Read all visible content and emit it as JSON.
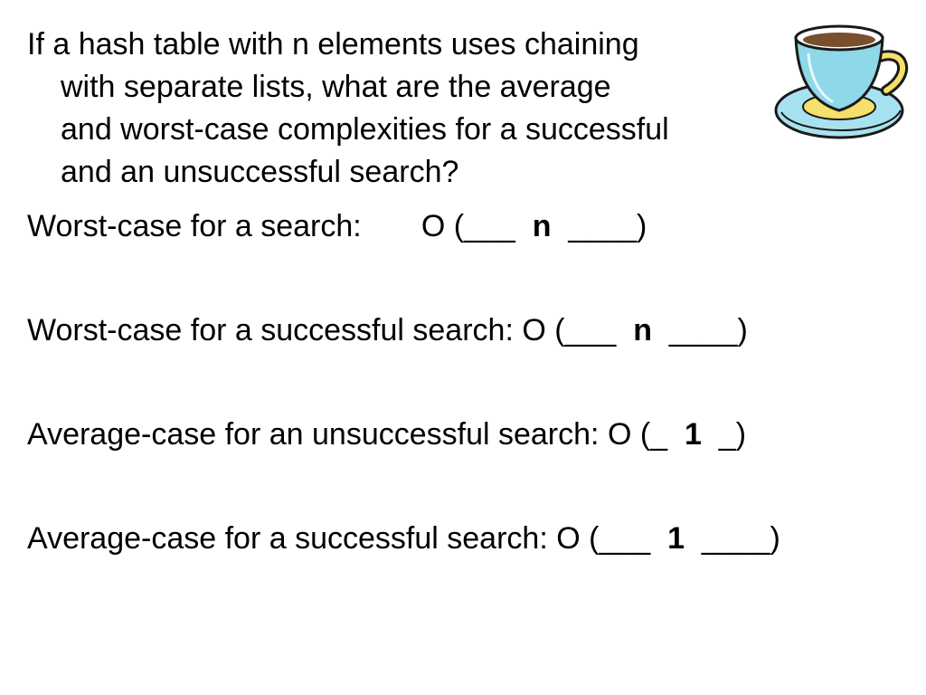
{
  "question": {
    "lines": [
      "If a hash table with n elements uses chaining",
      "with separate lists, what are the average",
      "and worst-case complexities for a successful",
      "and an unsuccessful search?"
    ]
  },
  "answers": [
    {
      "label": "Worst-case for a search:       ",
      "open": "O (___  ",
      "value": "n",
      "close": "  ____)"
    },
    {
      "label": "Worst-case for a successful search: ",
      "open": "O (___  ",
      "value": "n",
      "close": "  ____)"
    },
    {
      "label": "Average-case for an unsuccessful search: ",
      "open": "O (_  ",
      "value": "1",
      "close": "  _)"
    },
    {
      "label": "Average-case for a successful search: ",
      "open": "O (___  ",
      "value": "1",
      "close": "  ____)"
    }
  ],
  "clipart": {
    "icon": "teacup-icon",
    "colors": {
      "cup": "#8ed8ea",
      "saucer": "#a8e2f0",
      "handle": "#f4e06a",
      "coffee": "#7a4f2e",
      "outline": "#1a1a1a"
    }
  }
}
